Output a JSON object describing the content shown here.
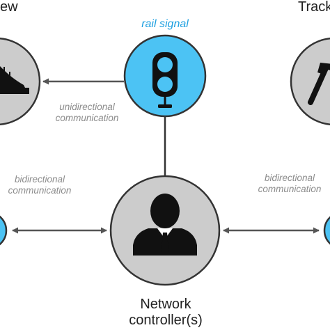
{
  "labels": {
    "left_title_fragment": "ew",
    "right_title_fragment": "Track",
    "rail_signal": "rail signal",
    "network_controller_line1": "Network",
    "network_controller_line2": "controller(s)",
    "unidirectional_line1": "unidirectional",
    "unidirectional_line2": "communication",
    "bidirectional_left_line1": "bidirectional",
    "bidirectional_left_line2": "communication",
    "bidirectional_right_line1": "bidirectional",
    "bidirectional_right_line2": "communication"
  },
  "icons": {
    "rail_signal": "traffic-light-icon",
    "network_controller": "person-in-suit-icon",
    "left_node": "bridge-icon",
    "right_node": "tool-icon"
  },
  "colors": {
    "node_gray": "#cccccc",
    "node_blue": "#4cc3f4",
    "outline": "#333333",
    "arrow": "#555555",
    "caption_gray": "#8c8c8c",
    "caption_blue": "#1fa0e0",
    "title_dark": "#222222"
  }
}
